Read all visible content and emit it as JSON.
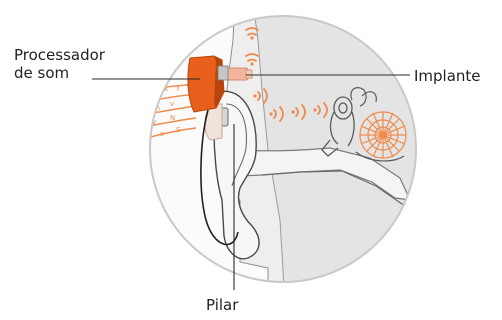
{
  "labels": {
    "processor_line1": "Processador",
    "processor_line2": "de som",
    "implant": "Implante",
    "abutment": "Pilar"
  },
  "colors": {
    "processor": "#e8601c",
    "processor_dark": "#b9440c",
    "implant": "#f2b49b",
    "skin": "#f0e3dc",
    "sound_waves": "#f08a4b",
    "tissue_fill": "#eeeeee",
    "outline": "#3a3a3a",
    "label_text": "#222222"
  },
  "icons": {
    "sound_wave": "sound-wave-icon",
    "cochlea": "cochlea-icon"
  }
}
